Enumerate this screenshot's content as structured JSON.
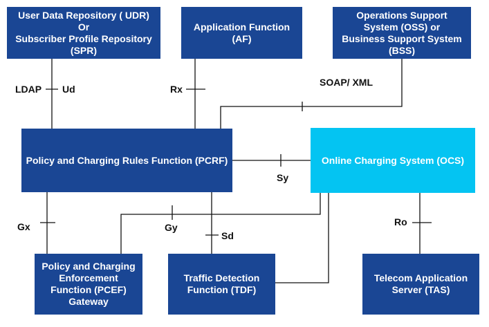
{
  "colors": {
    "box_fill": "#1a4694",
    "ocs_fill": "#04c4f2",
    "box_text": "#ffffff",
    "line": "#111111",
    "label_text": "#111111"
  },
  "nodes": {
    "udr": "User Data Repository ( UDR)\nOr\nSubscriber Profile Repository\n(SPR)",
    "af": "Application Function\n(AF)",
    "oss": "Operations Support\nSystem (OSS) or\nBusiness Support System\n(BSS)",
    "pcrf": "Policy and Charging Rules Function (PCRF)",
    "ocs": "Online Charging System (OCS)",
    "pcef": "Policy and Charging\nEnforcement\nFunction (PCEF)\nGateway",
    "tdf": "Traffic Detection\nFunction (TDF)",
    "tas": "Telecom Application\nServer (TAS)"
  },
  "interfaces": {
    "ldap": "LDAP",
    "ud": "Ud",
    "rx": "Rx",
    "soap_xml": "SOAP/ XML",
    "sy": "Sy",
    "gx": "Gx",
    "gy": "Gy",
    "sd": "Sd",
    "ro": "Ro"
  }
}
